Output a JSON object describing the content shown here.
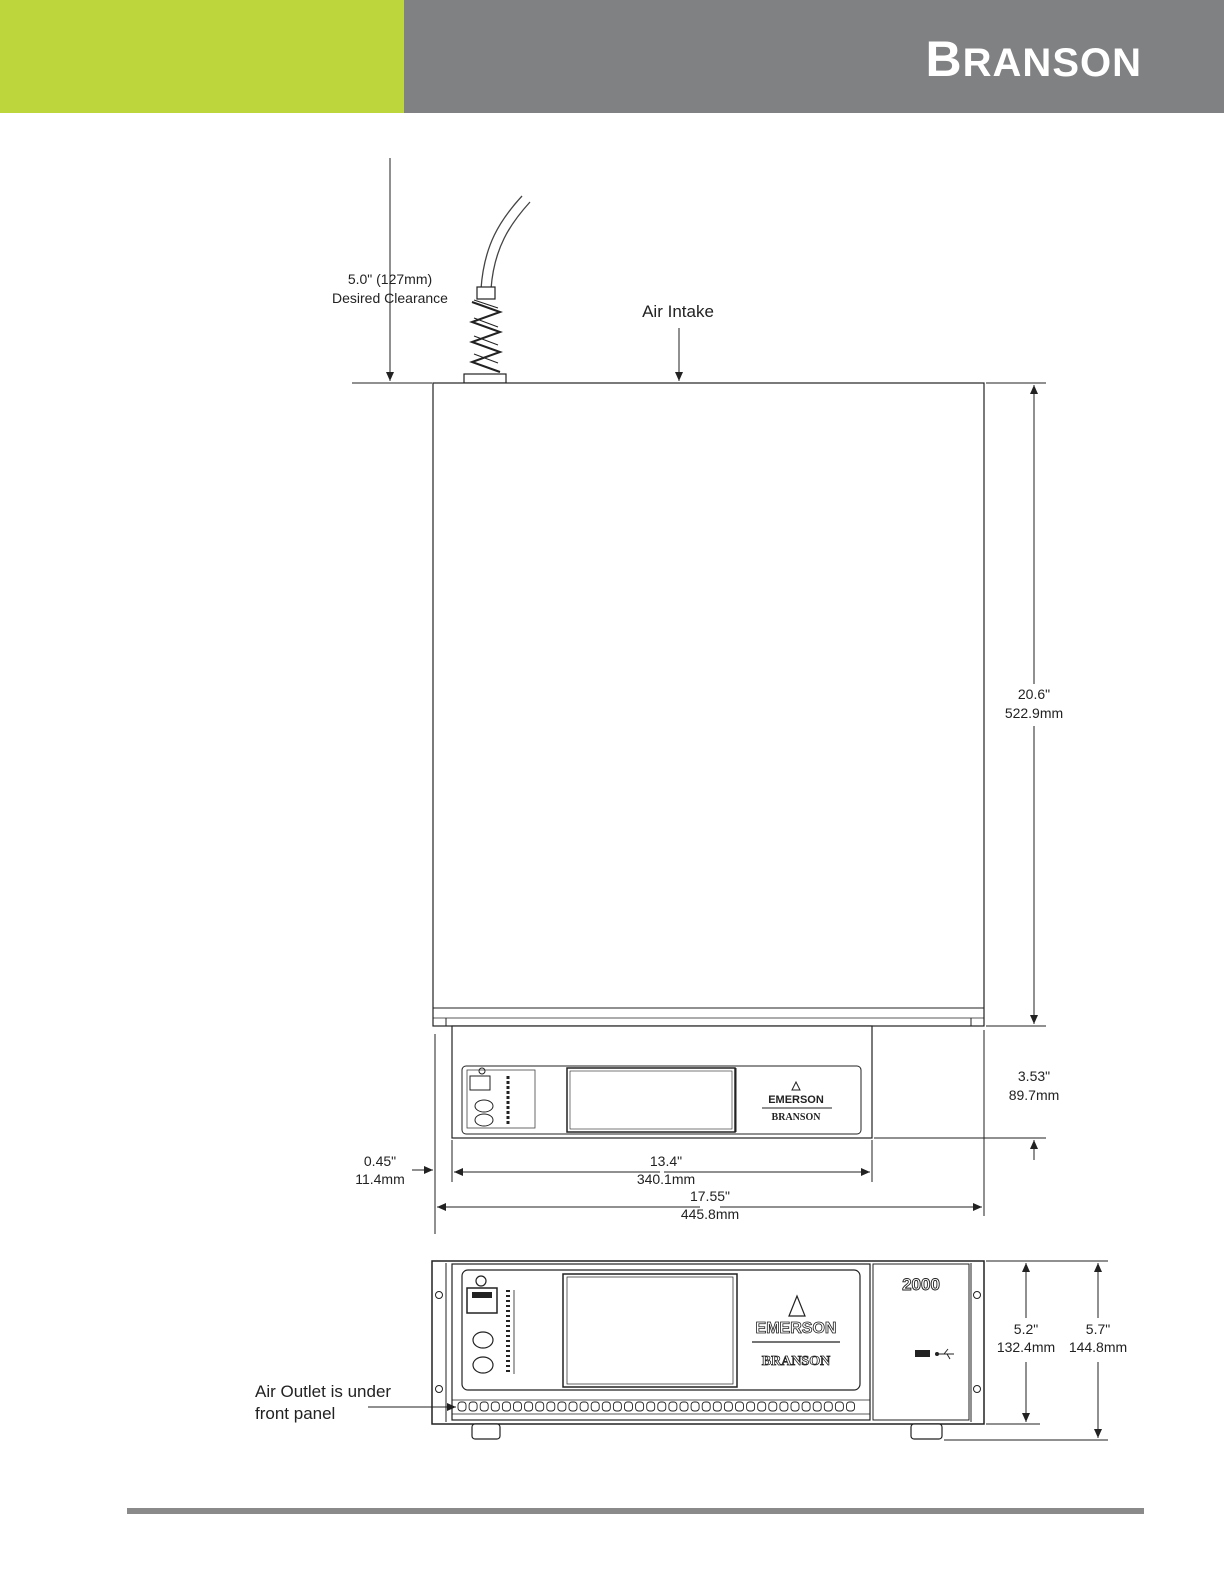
{
  "header": {
    "brand_first": "B",
    "brand_rest": "RANSON",
    "green": "#bdd63b",
    "gray": "#808183"
  },
  "annotations": {
    "clearance_in": "5.0\" (127mm)",
    "clearance_label": "Desired Clearance",
    "air_intake": "Air Intake",
    "depth_in": "20.6\"",
    "depth_mm": "522.9mm",
    "front_h_in": "3.53\"",
    "front_h_mm": "89.7mm",
    "offset_in": "0.45\"",
    "offset_mm": "11.4mm",
    "inner_w_in": "13.4\"",
    "inner_w_mm": "340.1mm",
    "total_w_in": "17.55\"",
    "total_w_mm": "445.8mm",
    "height_in": "5.2\"",
    "height_mm": "132.4mm",
    "height_feet_in": "5.7\"",
    "height_feet_mm": "144.8mm",
    "air_outlet_line1": "Air Outlet is under",
    "air_outlet_line2": "front panel"
  },
  "device": {
    "brand_a": "EMERSON",
    "brand_b": "BRANSON",
    "model": "2000"
  },
  "footer": {
    "rule_color": "#8a8a8a"
  }
}
